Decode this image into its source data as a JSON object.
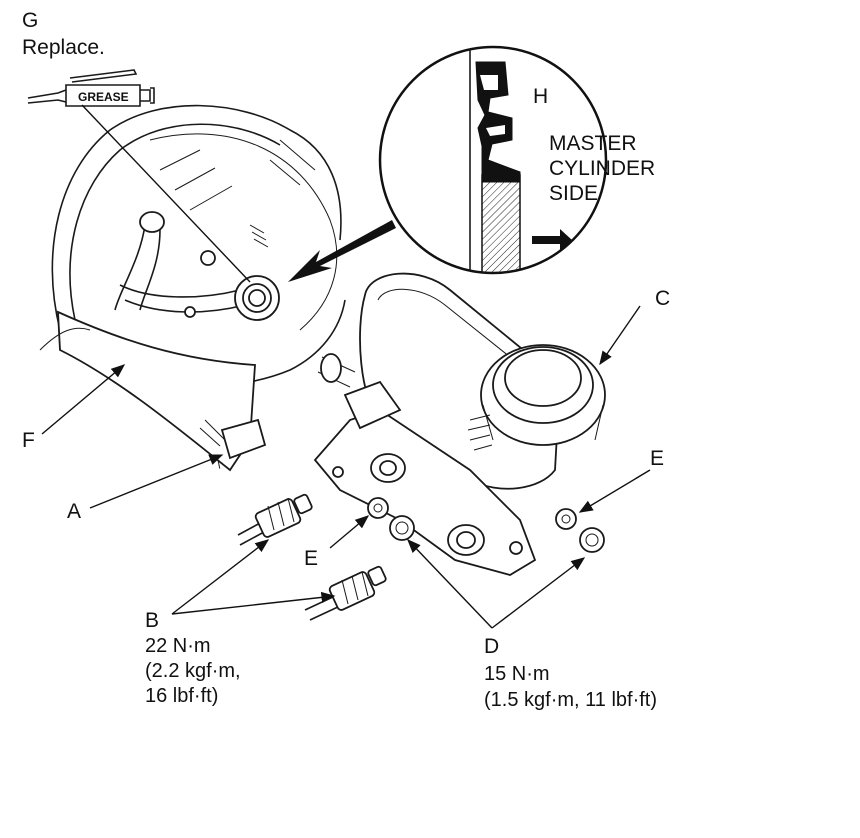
{
  "callouts": {
    "g_letter": "G",
    "g_note": "Replace.",
    "grease_tag": "GREASE",
    "h_letter": "H",
    "master_cylinder_side": [
      "MASTER",
      "CYLINDER",
      "SIDE"
    ],
    "c_letter": "C",
    "e_letter_right": "E",
    "e_letter_left": "E",
    "f_letter": "F",
    "a_letter": "A",
    "b_letter": "B",
    "b_torque": [
      "22 N·m",
      "(2.2 kgf·m,",
      "16 lbf·ft)"
    ],
    "d_letter": "D",
    "d_torque": [
      "15 N·m",
      "(1.5 kgf·m, 11 lbf·ft)"
    ]
  }
}
